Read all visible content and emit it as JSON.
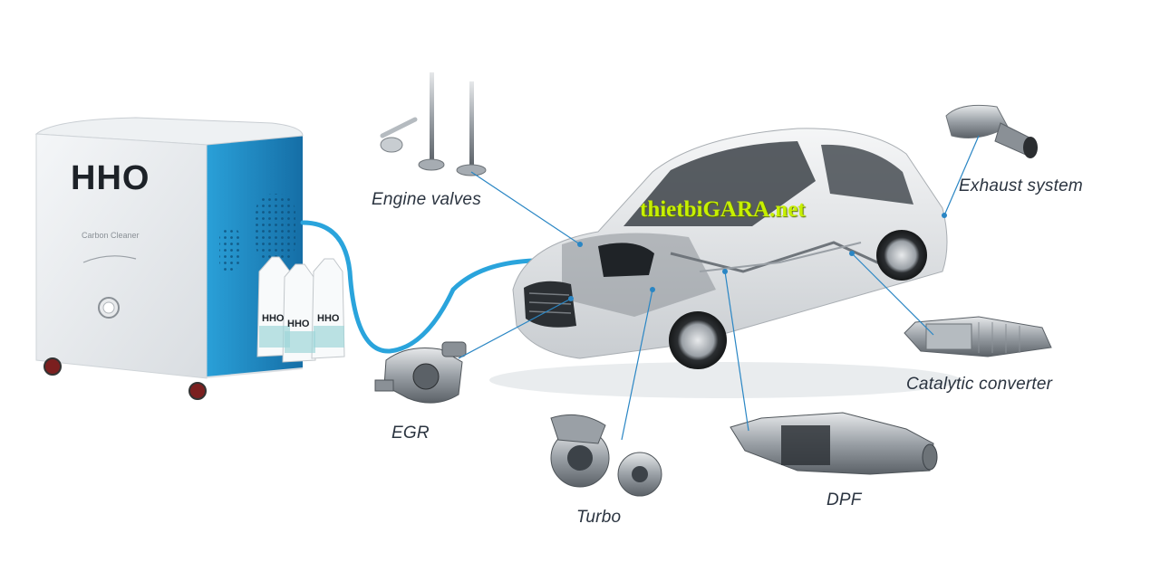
{
  "watermark": "thietbiGARA.net",
  "machine": {
    "brand": "HHO",
    "subtitle": "Carbon Cleaner",
    "bottle_label": "HHO"
  },
  "labels": {
    "engine_valves": "Engine valves",
    "exhaust_system": "Exhaust system",
    "catalytic_converter": "Catalytic converter",
    "egr": "EGR",
    "turbo": "Turbo",
    "dpf": "DPF"
  },
  "colors": {
    "machine_blue": "#1e8fc9",
    "hose_blue": "#2aa4dc",
    "watermark": "#c7f000",
    "label_text": "#2b3440"
  }
}
